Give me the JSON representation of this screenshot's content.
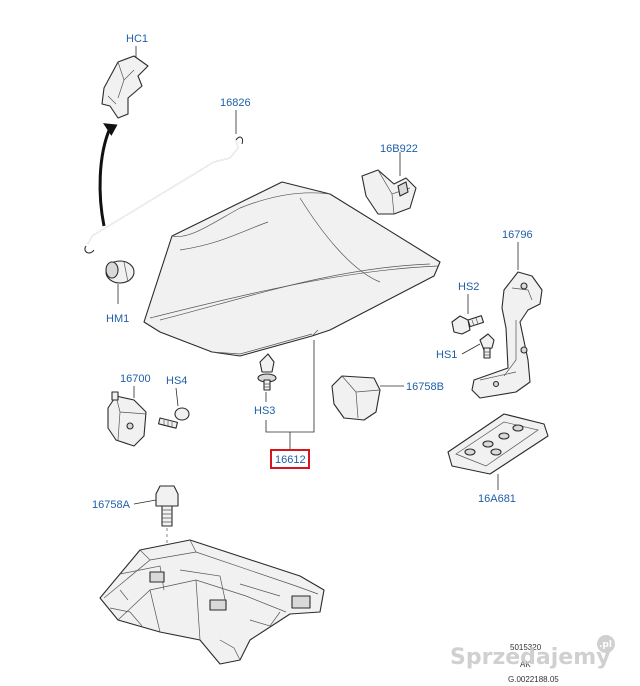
{
  "diagram": {
    "labels": {
      "hc1": "HC1",
      "rod_16826": "16826",
      "pad_16b922": "16B922",
      "hinge_16796": "16796",
      "hs2": "HS2",
      "hs1": "HS1",
      "hm1": "HM1",
      "latch_16700": "16700",
      "hs4": "HS4",
      "hs3": "HS3",
      "hood_16612": "16612",
      "pad_16758b": "16758B",
      "seal_16a681": "16A681",
      "bumper_16758a": "16758A"
    },
    "highlight_color": "#d8151f",
    "label_color": "#1f5fa8",
    "reference_codes": [
      "5015320",
      "AK",
      "G.0022188.05"
    ]
  },
  "watermark": {
    "text": "Sprzedajemy",
    "badge": ".pl"
  }
}
